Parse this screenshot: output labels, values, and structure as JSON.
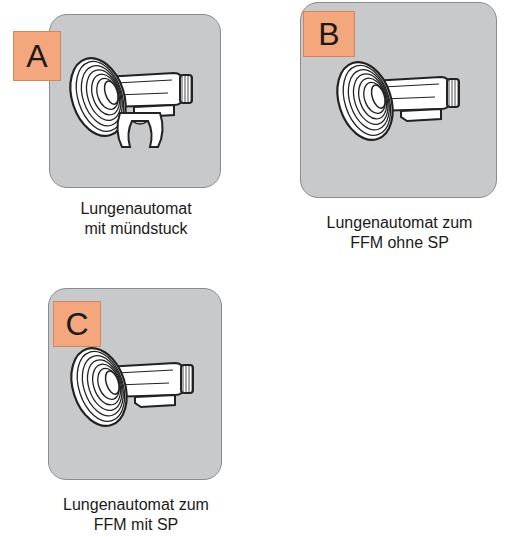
{
  "diagram": {
    "nodes": [
      {
        "text": [
          "A",
          "Lungenautomat mit mündstuck"
        ]
      },
      {
        "text": [
          "B",
          "Lungenautomat zum FFM ohne SP"
        ]
      },
      {
        "text": [
          "C",
          "Lungenautomat zum FFM mit SP"
        ]
      }
    ]
  }
}
